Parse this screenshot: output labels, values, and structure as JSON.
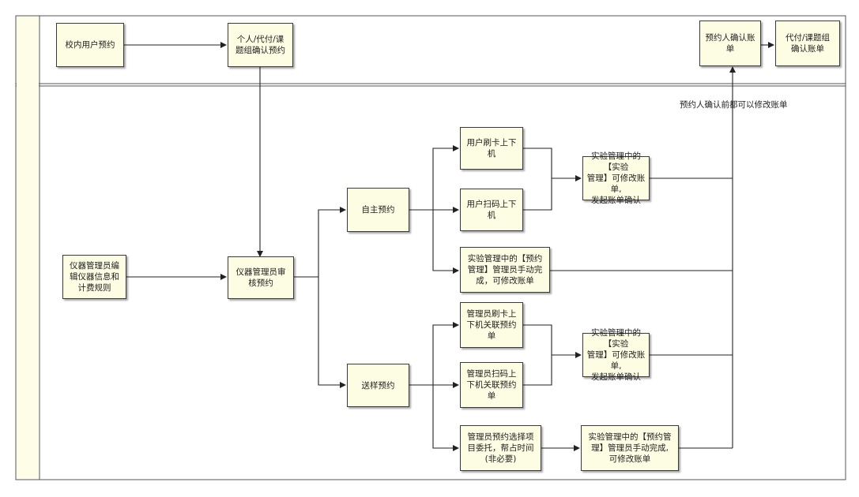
{
  "nodes": {
    "campus_user": "校内用户预约",
    "confirm_booking": "个人/代付/课\n题组确认预约",
    "booker_confirm_bill": "预约人确认账\n单",
    "payer_confirm_bill": "代付/课题组\n确认账单",
    "admin_edit": "仪器管理员编\n辑仪器信息和\n计费规则",
    "admin_review": "仪器管理员审\n核预约",
    "self_booking": "自主预约",
    "card_swipe": "用户刷卡上下\n机",
    "qr_scan": "用户扫码上下\n机",
    "lab_mgmt_self": "实验管理中的【实验\n管理】可修改账单,\n发起账单确认",
    "booking_mgmt_manual": "实验管理中的【预约\n管理】管理员手动完\n成，可修改账单",
    "sample_booking": "送样预约",
    "admin_card": "管理员刷卡上\n下机关联预约\n单",
    "admin_qr": "管理员扫码上\n下机关联预约\n单",
    "admin_select_project": "管理员预约选择项\n目委托，帮占时间\n(非必要)",
    "lab_mgmt_sample": "实验管理中的【实验\n管理】可修改账单,\n发起账单确认",
    "booking_mgmt_sample": "实验管理中的【预约管\n理】管理员手动完成,\n可修改账单"
  },
  "annotation": "预约人确认前都可以修改账单"
}
